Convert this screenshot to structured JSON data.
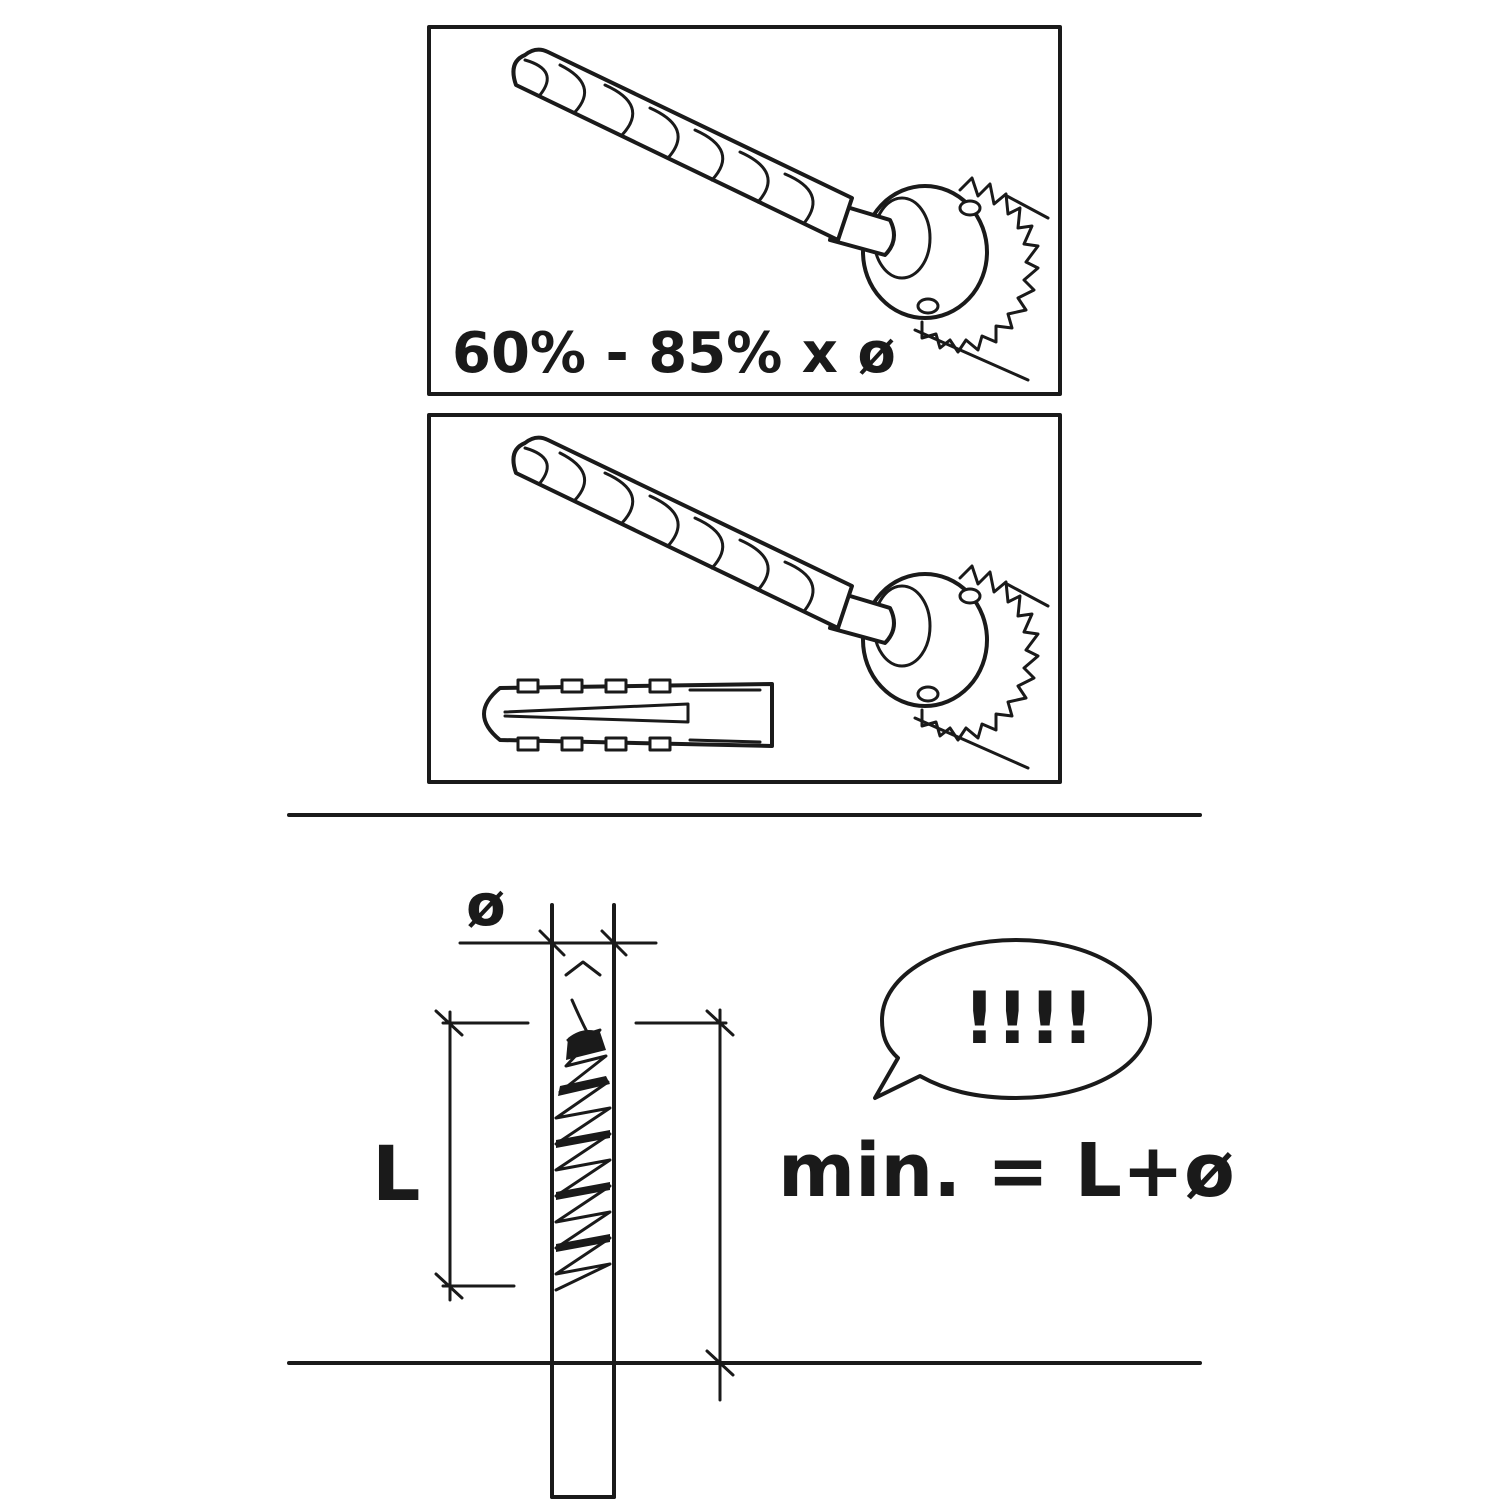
{
  "panel_top": {
    "ratio_text": "60% - 85% x ø"
  },
  "panel_middle": {},
  "screw_diagram": {
    "diameter_symbol": "ø",
    "length_symbol": "L",
    "exclamation": "!!!!",
    "min_depth_text": "min. = L+ø"
  },
  "colors": {
    "ink": "#1a1a1a",
    "background": "#ffffff"
  }
}
